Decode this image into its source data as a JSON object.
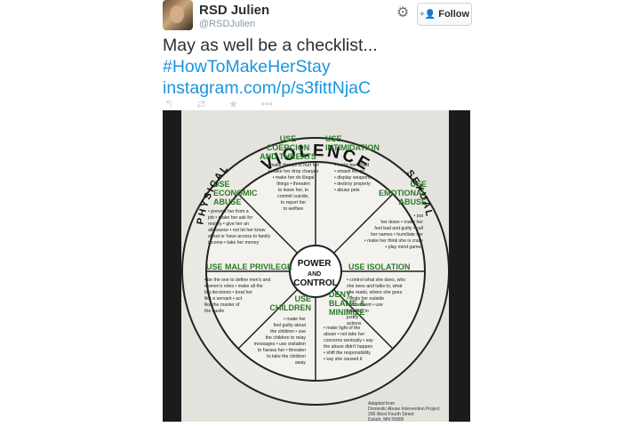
{
  "user": {
    "display_name": "RSD Julien",
    "username": "@RSDJulien"
  },
  "follow_button": {
    "label": "Follow"
  },
  "tweet": {
    "text": "May as well be a checklist...",
    "hashtag": "#HowToMakeHerStay",
    "link": "instagram.com/p/s3fittNjaC"
  },
  "actions": [
    "reply-icon",
    "retweet-icon",
    "favorite-icon",
    "more-icon"
  ],
  "wheel": {
    "outer": {
      "top": "VIOLENCE",
      "left": "PHYSICAL",
      "right": "SEXUAL"
    },
    "center": {
      "line1": "POWER",
      "line2": "AND",
      "line3": "CONTROL"
    },
    "sections": [
      {
        "title1": "USE",
        "title2": "COERCION",
        "title3": "AND THREATS",
        "body": [
          "• make threats to hurt her",
          "• make her drop charges",
          "• make her do illegal",
          "things • threaten",
          "to leave her, to",
          "commit suicide,",
          "to report her",
          "to welfare"
        ]
      },
      {
        "title1": "USE",
        "title2": "INTIMIDATION",
        "title3": "",
        "body": [
          "• make her afraid",
          "• smash things",
          "• display weapons",
          "• destroy property",
          "• abuse pets"
        ]
      },
      {
        "title1": "USE",
        "title2": "EMOTIONAL",
        "title3": "ABUSE",
        "body": [
          "• put",
          "her down • make her",
          "feel bad and guilty • call",
          "her names • humiliate her",
          "• make her think she is crazy",
          "• play mind games"
        ]
      },
      {
        "title1": "USE ISOLATION",
        "title2": "",
        "title3": "",
        "body": [
          "• control what she does, who",
          "she sees and talks to, what",
          "she reads, where she goes",
          "• limits her outside",
          "involvement • use",
          "jealousy to",
          "justify",
          "actions"
        ]
      },
      {
        "title1": "DENY,",
        "title2": "BLAME &",
        "title3": "MINIMIZE",
        "body": [
          "• make light of the",
          "abuse • not take her",
          "concerns seriously • say",
          "the abuse didn't happen",
          "• shift the responsibility",
          "• say she caused it"
        ]
      },
      {
        "title1": "USE",
        "title2": "CHILDREN",
        "title3": "",
        "body": [
          "• make her",
          "feel guilty about",
          "the children • use",
          "the children to relay",
          "messages • use visitation",
          "to harass her • threaten",
          "to take the children",
          "away"
        ]
      },
      {
        "title1": "USE MALE PRIVILEGE",
        "title2": "",
        "title3": "",
        "body": [
          "• be the one to define men's and",
          "women's roles • make all the",
          "big decisions • treat her",
          "like a servant • act",
          "like the master of",
          "the castle"
        ]
      },
      {
        "title1": "USE",
        "title2": "ECONOMIC",
        "title3": "ABUSE",
        "body": [
          "• prevent her from a",
          "job • make her ask for",
          "money • give her an",
          "allowance • not let her know",
          "about or have access to family",
          "income • take her money"
        ]
      }
    ],
    "credit": [
      "Adapted from",
      "Domestic Abuse Intervention Project",
      "206 West Fourth Street",
      "Duluth, MN 55806"
    ]
  }
}
